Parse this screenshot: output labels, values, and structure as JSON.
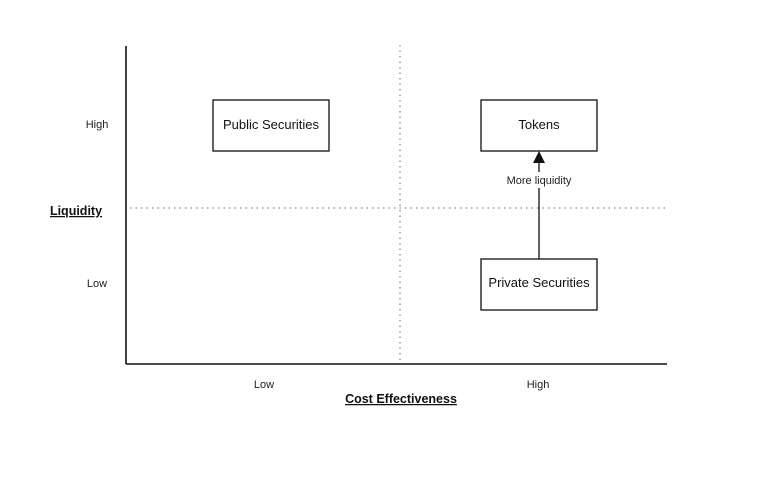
{
  "y_axis": {
    "title": "Liquidity",
    "tick_high": "High",
    "tick_low": "Low"
  },
  "x_axis": {
    "title": "Cost Effectiveness",
    "tick_low": "Low",
    "tick_high": "High"
  },
  "boxes": {
    "public_securities": "Public Securities",
    "tokens": "Tokens",
    "private_securities": "Private Securities"
  },
  "arrow": {
    "label": "More liquidity"
  },
  "colors": {
    "line": "#111111",
    "divider": "#666666",
    "background": "#ffffff"
  }
}
